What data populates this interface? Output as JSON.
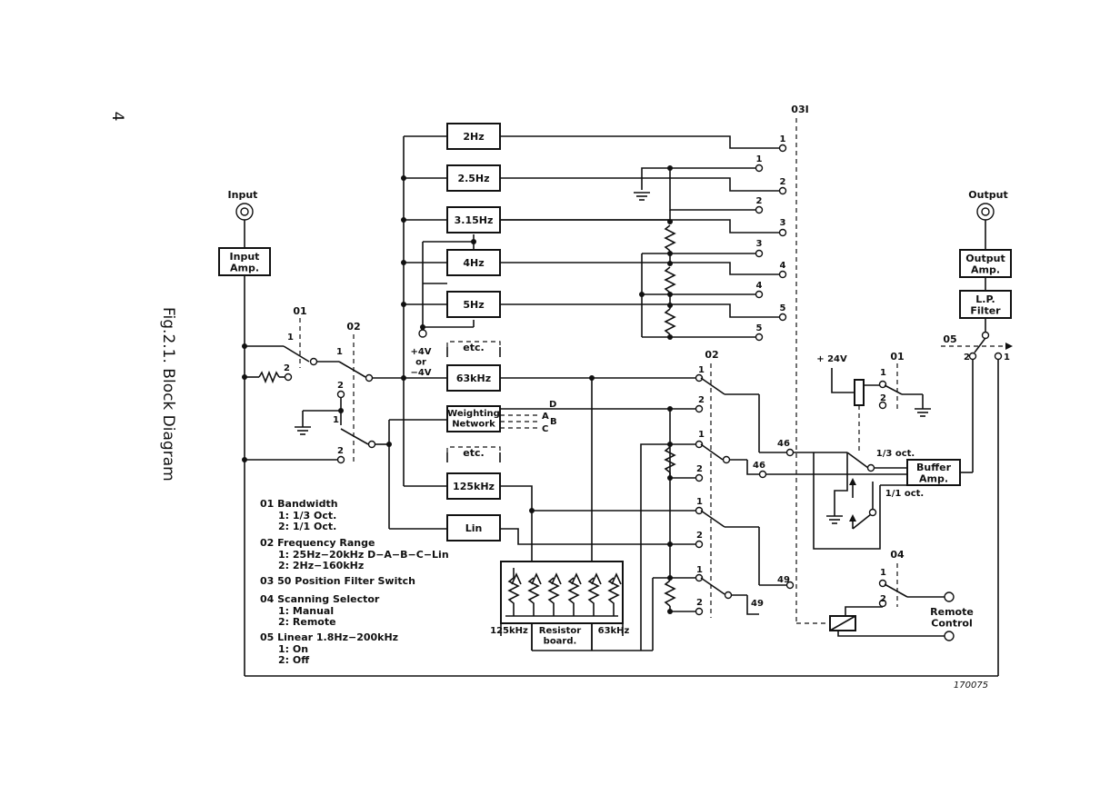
{
  "page_number": "4",
  "caption": "Fig.2.1.  Block Diagram",
  "drawing_number": "170075",
  "connectors": {
    "input": "Input",
    "output": "Output",
    "remote": "Remote\nControl"
  },
  "amplifiers": {
    "input_amp": "Input\nAmp.",
    "output_amp": "Output\nAmp.",
    "lp_filter": "L.P.\nFilter",
    "buffer_amp": "Buffer\nAmp."
  },
  "filters": [
    "2Hz",
    "2.5Hz",
    "3.15Hz",
    "4Hz",
    "5Hz",
    "63kHz",
    "Weighting\nNetwork",
    "125kHz",
    "Lin"
  ],
  "etc_label": "etc.",
  "bias_label": "+4V\nor\n−4V",
  "supply_label": "+ 24V",
  "weighting_taps": [
    "D",
    "A",
    "B",
    "C"
  ],
  "resistor_board": {
    "label": "Resistor\nboard.",
    "left_label": "125kHz",
    "right_label": "63kHz"
  },
  "switch_ids": {
    "s01": "01",
    "s02": "02",
    "s03": "03I",
    "s04": "04",
    "s05": "05"
  },
  "positions": {
    "p1": "1",
    "p2": "2",
    "p3": "3",
    "p4": "4",
    "p5": "5",
    "p46": "46",
    "p49": "49"
  },
  "buffer_tags": {
    "third_oct": "1/3 oct.",
    "one_oct": "1/1 oct."
  },
  "legend": [
    {
      "title": "01  Bandwidth",
      "items": [
        "1:  1/3 Oct.",
        "2:  1/1 Oct."
      ]
    },
    {
      "title": "02  Frequency Range",
      "items": [
        "1: 25Hz−20kHz  D−A−B−C−Lin",
        "2:  2Hz−160kHz"
      ]
    },
    {
      "title": "03  50 Position Filter Switch",
      "items": []
    },
    {
      "title": "04  Scanning  Selector",
      "items": [
        "1:  Manual",
        "2:  Remote"
      ]
    },
    {
      "title": "05  Linear  1.8Hz−200kHz",
      "items": [
        "1:  On",
        "2:  Off"
      ]
    }
  ]
}
